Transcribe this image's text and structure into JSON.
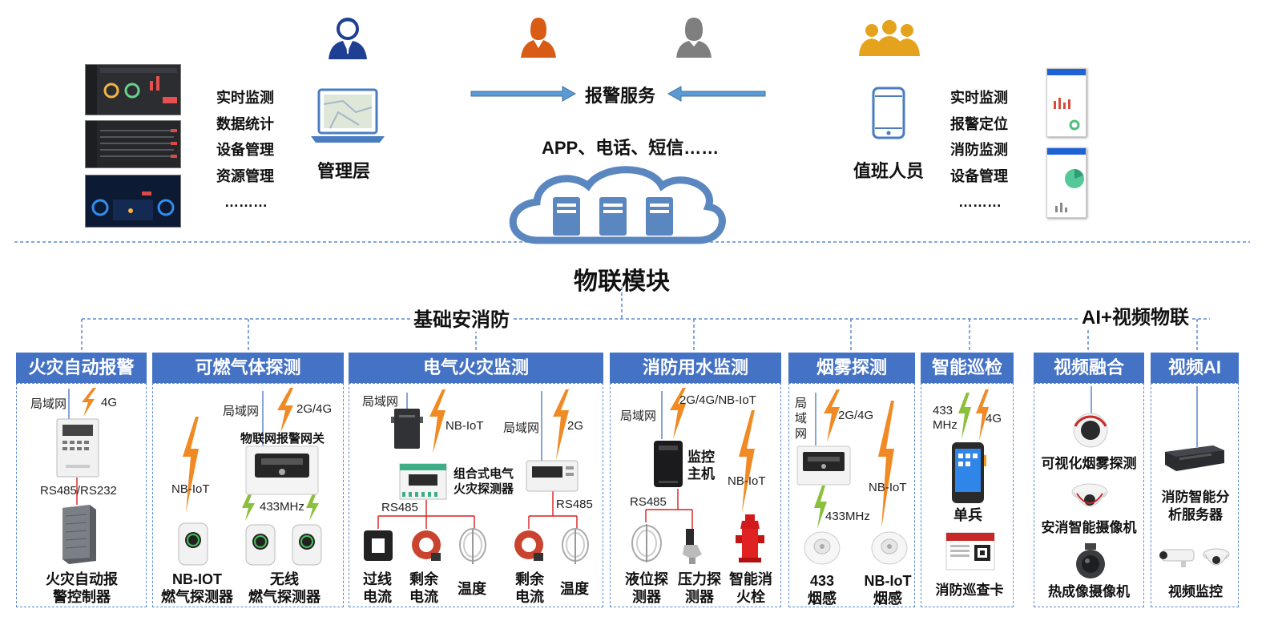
{
  "colors": {
    "accent": "#4472c4",
    "dashed": "#5b8bd0",
    "wire_red": "#d62020",
    "signal_orange": "#f08a24",
    "signal_green": "#8ac03c"
  },
  "top": {
    "alarm_service": "报警服务",
    "channels": "APP、电话、短信……",
    "iot_module": "物联模块",
    "management": {
      "label": "管理层",
      "features": [
        "实时监测",
        "数据统计",
        "设备管理",
        "资源管理",
        "………"
      ]
    },
    "duty": {
      "label": "值班人员",
      "features": [
        "实时监测",
        "报警定位",
        "消防监测",
        "设备管理",
        "………"
      ]
    }
  },
  "groups": {
    "basic": "基础安消防",
    "ai": "AI+视频物联"
  },
  "sections": [
    {
      "title": "火灾自动报警"
    },
    {
      "title": "可燃气体探测"
    },
    {
      "title": "电气火灾监测"
    },
    {
      "title": "消防用水监测"
    },
    {
      "title": "烟雾探测"
    },
    {
      "title": "智能巡检"
    },
    {
      "title": "视频融合"
    },
    {
      "title": "视频AI"
    }
  ],
  "fire_alarm": {
    "lan": "局域网",
    "net": "4G",
    "bus": "RS485/RS232",
    "device": "火灾自动报\n警控制器"
  },
  "gas": {
    "lan": "局域网",
    "net": "2G/4G",
    "gateway": "物联网报警网关",
    "nbiot": "NB-IoT",
    "rf": "433MHz",
    "dev1": "NB-IOT\n燃气探测器",
    "dev2": "无线\n燃气探测器"
  },
  "electric": {
    "lan1": "局域网",
    "nbiot": "NB-IoT",
    "lan2": "局域网",
    "net2": "2G",
    "combo": "组合式电气\n火灾探测器",
    "rs485a": "RS485",
    "rs485b": "RS485",
    "s1": "过线\n电流",
    "s2": "剩余\n电流",
    "s3": "温度",
    "s4": "剩余\n电流",
    "s5": "温度"
  },
  "water": {
    "lan": "局域网",
    "net": "2G/4G/NB-IoT",
    "host": "监控\n主机",
    "nbiot": "NB-IoT",
    "rs485": "RS485",
    "d1": "液位探\n测器",
    "d2": "压力探\n测器",
    "d3": "智能消\n火栓"
  },
  "smoke": {
    "lan": "局\n域\n网",
    "net": "2G/4G",
    "nbiot": "NB-IoT",
    "rf": "433MHz",
    "d1": "433\n烟感",
    "d2": "NB-IoT\n烟感"
  },
  "patrol": {
    "rf": "433\nMHz",
    "net": "4G",
    "device": "单兵",
    "card": "消防巡查卡"
  },
  "fusion": {
    "d1": "可视化烟雾探测",
    "d2": "安消智能摄像机",
    "d3": "热成像摄像机"
  },
  "videoai": {
    "d1": "消防智能分\n析服务器",
    "d2": "视频监控"
  }
}
